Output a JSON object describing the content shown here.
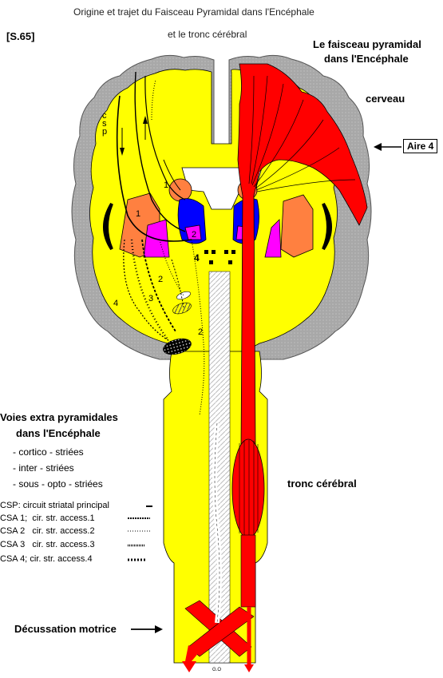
{
  "figure_code": "[S.65]",
  "title_line1": "Origine  et trajet du Faisceau Pyramidal dans l'Encéphale",
  "title_line2": "et le tronc cérébral",
  "right_heading_line1": "Le faisceau pyramidal",
  "right_heading_line2": "dans l'Encéphale",
  "label_cerveau": "cerveau",
  "label_aire4": "Aire 4",
  "label_csp": "c s p",
  "left_heading_line1": "Voies extra pyramidales",
  "left_heading_line2": "dans l'Encéphale",
  "list_items": [
    "- cortico - striées",
    "- inter - striées",
    "- sous - opto - striées"
  ],
  "label_tronc": "tronc cérébral",
  "legend": [
    {
      "code": "CSP:",
      "text": "circuit striatal principal"
    },
    {
      "code": "CSA 1;",
      "text": "cir. str. access.1"
    },
    {
      "code": "CSA 2",
      "text": "cir. str. access.2"
    },
    {
      "code": "CSA 3",
      "text": "cir. str. access.3"
    },
    {
      "code": "CSA 4;",
      "text": "cir. str. access.4"
    }
  ],
  "label_decussation": "Décussation motrice",
  "numbers": [
    "1",
    "1",
    "2",
    "2",
    "3",
    "4",
    "4",
    "2"
  ],
  "signature": "G.O",
  "colors": {
    "yellow": "#ffff00",
    "cortex_gray": "#a8a8a8",
    "pyramidal_red": "#ff0000",
    "striatum_orange": "#ff8040",
    "thalamus_blue": "#0000ff",
    "pallidum_magenta": "#ff00ff",
    "black": "#000000"
  }
}
